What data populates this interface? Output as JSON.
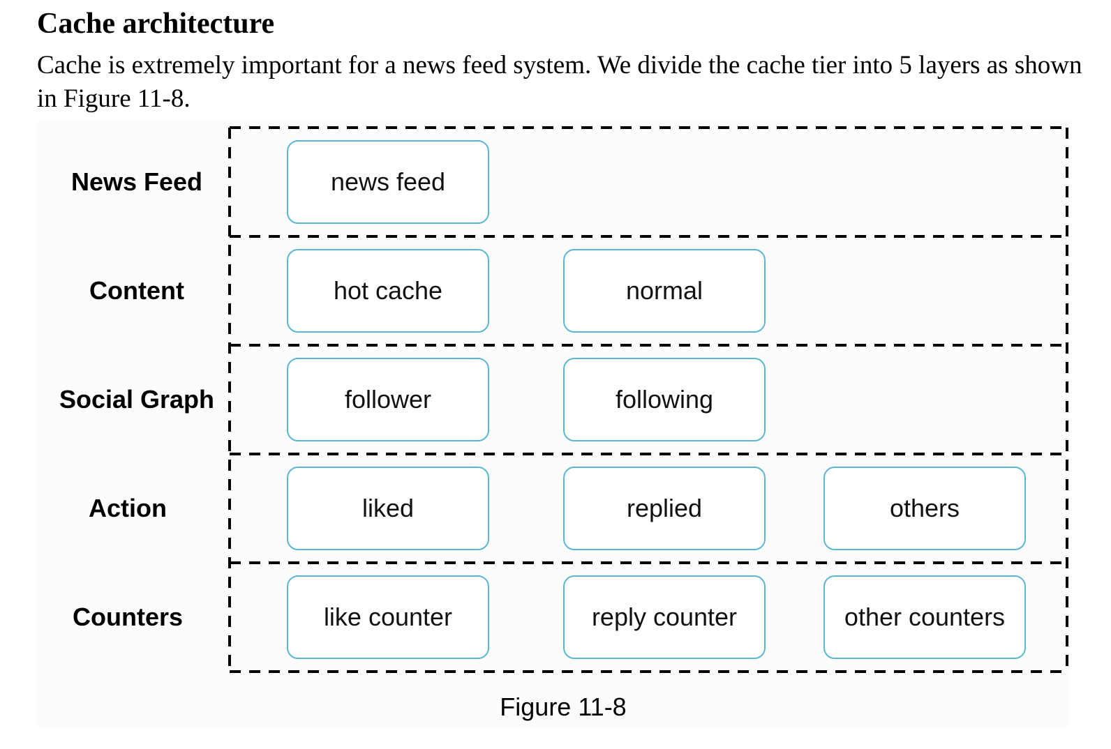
{
  "heading": "Cache architecture",
  "paragraph": "Cache is extremely important for a news feed system. We divide the cache tier into 5 layers as shown in Figure 11-8.",
  "diagram": {
    "layers": [
      {
        "label": "News Feed",
        "boxes": [
          "news feed"
        ]
      },
      {
        "label": "Content",
        "boxes": [
          "hot cache",
          "normal"
        ]
      },
      {
        "label": "Social Graph",
        "boxes": [
          "follower",
          "following"
        ]
      },
      {
        "label": "Action",
        "boxes": [
          "liked",
          "replied",
          "others"
        ]
      },
      {
        "label": "Counters",
        "boxes": [
          "like counter",
          "reply counter",
          "other counters"
        ]
      }
    ],
    "caption": "Figure 11-8",
    "box_border_color": "#5ab7d2",
    "dash_color": "#000000"
  }
}
